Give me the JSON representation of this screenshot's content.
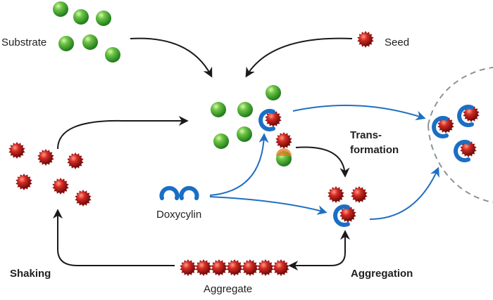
{
  "labels": {
    "substrate": "Substrate",
    "seed": "Seed",
    "transformation_line1": "Trans-",
    "transformation_line2": "formation",
    "doxycylin": "Doxycylin",
    "shaking": "Shaking",
    "aggregation": "Aggregation",
    "aggregate": "Aggregate"
  },
  "colors": {
    "substrate_sphere": "#3fa535",
    "seed_sphere": "#c0191e",
    "doxycylin": "#1a6fc4",
    "black_arrow": "#1a1a1a",
    "blue_arrow": "#1f6fc0",
    "dashed_cell": "#8a9498"
  },
  "icons": {
    "substrate": "green-sphere-icon",
    "seed": "spiky-red-sphere-icon",
    "doxycylin": "blue-crescent-icon"
  }
}
